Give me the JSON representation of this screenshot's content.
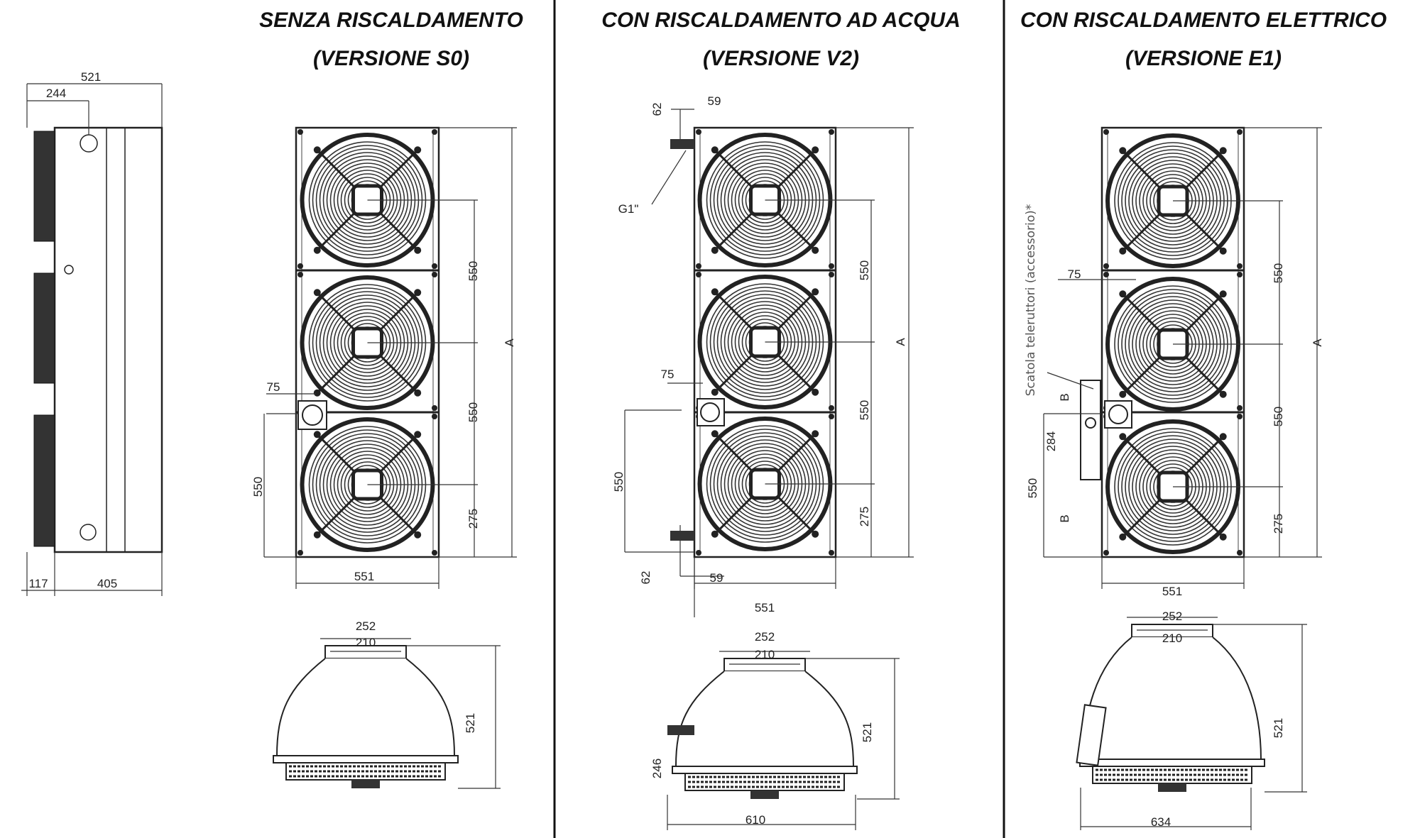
{
  "sections": [
    {
      "title_line1": "SENZA RISCALDAMENTO",
      "title_line2": "(VERSIONE S0)"
    },
    {
      "title_line1": "CON RISCALDAMENTO AD ACQUA",
      "title_line2": "(VERSIONE V2)"
    },
    {
      "title_line1": "CON RISCALDAMENTO ELETTRICO",
      "title_line2": "(VERSIONE E1)"
    }
  ],
  "side_view": {
    "depth_total": "521",
    "pipe_offset": "244",
    "front_depth": "117",
    "body_depth": "405"
  },
  "s0": {
    "fan_pitch_1": "550",
    "fan_pitch_2": "550",
    "bottom_offset": "275",
    "height_label": "A",
    "box_offset": "75",
    "box_height": "550",
    "width": "551",
    "top_outer": "252",
    "top_inner": "210",
    "depth": "521"
  },
  "v2": {
    "top_conn_v": "62",
    "top_conn_h": "59",
    "connection_label": "G1\"",
    "fan_pitch_1": "550",
    "fan_pitch_2": "550",
    "bottom_offset": "275",
    "height_label": "A",
    "box_offset": "75",
    "box_height": "550",
    "bottom_conn_v": "62",
    "bottom_conn_h": "59",
    "width": "551",
    "top_outer": "252",
    "top_inner": "210",
    "depth": "521",
    "conn_height": "246",
    "overall_width": "610"
  },
  "e1": {
    "contactor_box_label": "Scatola teleruttori (accessorio)*",
    "box_offset": "75",
    "fan_pitch_1": "550",
    "fan_pitch_2": "550",
    "bottom_offset": "275",
    "height_label": "A",
    "b_upper": "B",
    "box_dim": "284",
    "box_height": "550",
    "b_lower": "B",
    "width": "551",
    "top_outer": "252",
    "top_inner": "210",
    "depth": "521",
    "overall_width": "634"
  }
}
